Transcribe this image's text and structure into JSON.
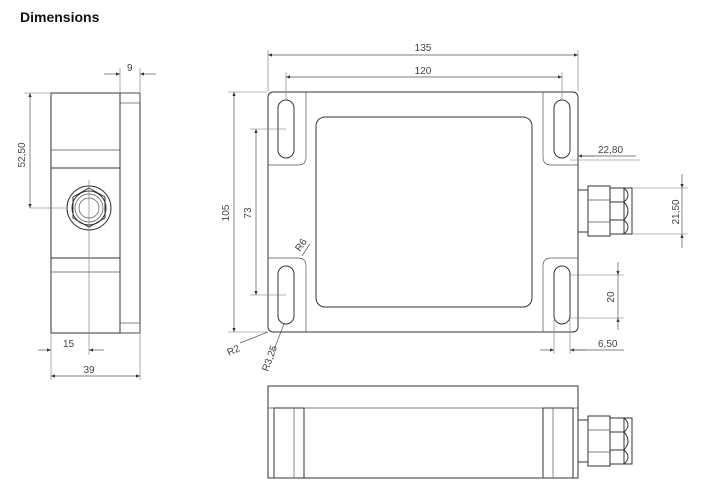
{
  "heading": "Dimensions",
  "dimensions": {
    "d9": "9",
    "d52_50": "52,50",
    "d15": "15",
    "d39": "39",
    "d135": "135",
    "d120": "120",
    "d105": "105",
    "d73": "73",
    "r6": "R6",
    "r2": "R2",
    "r3_25": "R3,25",
    "d22_80": "22,80",
    "d21_50": "21,50",
    "d20": "20",
    "d6_50": "6,50"
  }
}
